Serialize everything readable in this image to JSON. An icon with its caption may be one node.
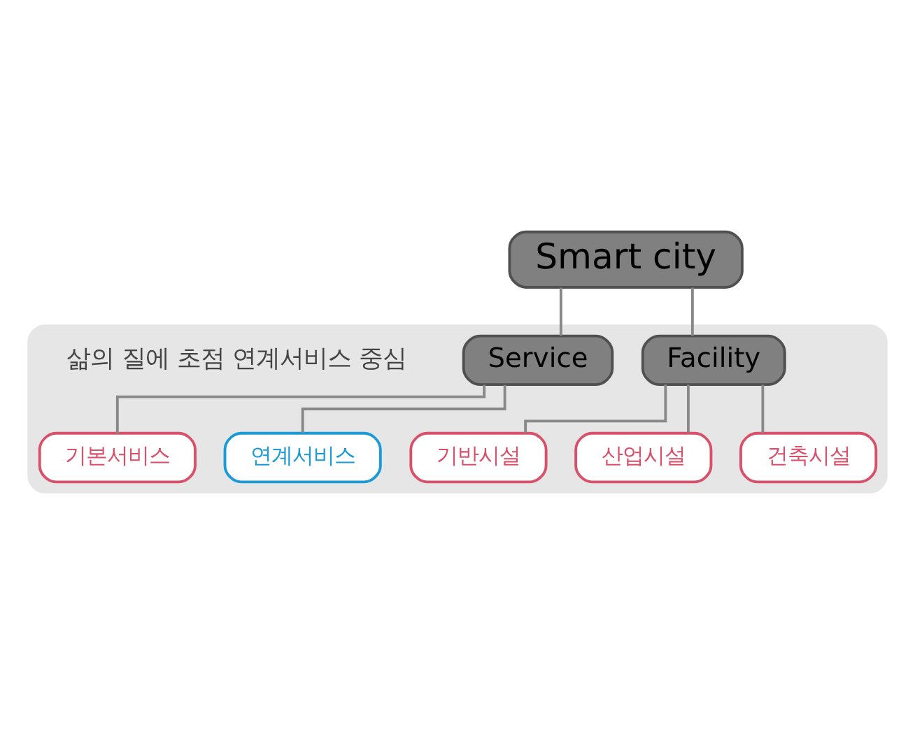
{
  "diagram": {
    "nodes": [
      {
        "text": [
          "Smart city"
        ]
      },
      {
        "text": [],
        "shape": "box"
      },
      {
        "text": [
          "Facility"
        ],
        "in": 1
      },
      {
        "text": [
          "Service"
        ],
        "in": 1
      },
      {
        "text": [
          "기반시설"
        ],
        "in": 1
      },
      {
        "text": [
          "산업시설"
        ],
        "in": 1
      },
      {
        "text": [
          "건축시설"
        ],
        "in": 1
      },
      {
        "text": [
          "기본서비스"
        ],
        "in": 1
      },
      {
        "text": [
          "연계서비스"
        ],
        "in": 1
      }
    ],
    "edges": [
      {
        "from": 0,
        "to": 2,
        "arrow": "none"
      },
      {
        "from": 0,
        "to": 3,
        "arrow": "none"
      },
      {
        "from": 2,
        "to": 4,
        "arrow": "none"
      },
      {
        "from": 2,
        "to": 5,
        "arrow": "none"
      },
      {
        "from": 2,
        "to": 6,
        "arrow": "none"
      },
      {
        "from": 3,
        "to": 7,
        "arrow": "none"
      },
      {
        "from": 3,
        "to": 8,
        "arrow": "none"
      }
    ],
    "labels": [
      "삶의 질에 초점 연계서비스 중심"
    ]
  }
}
